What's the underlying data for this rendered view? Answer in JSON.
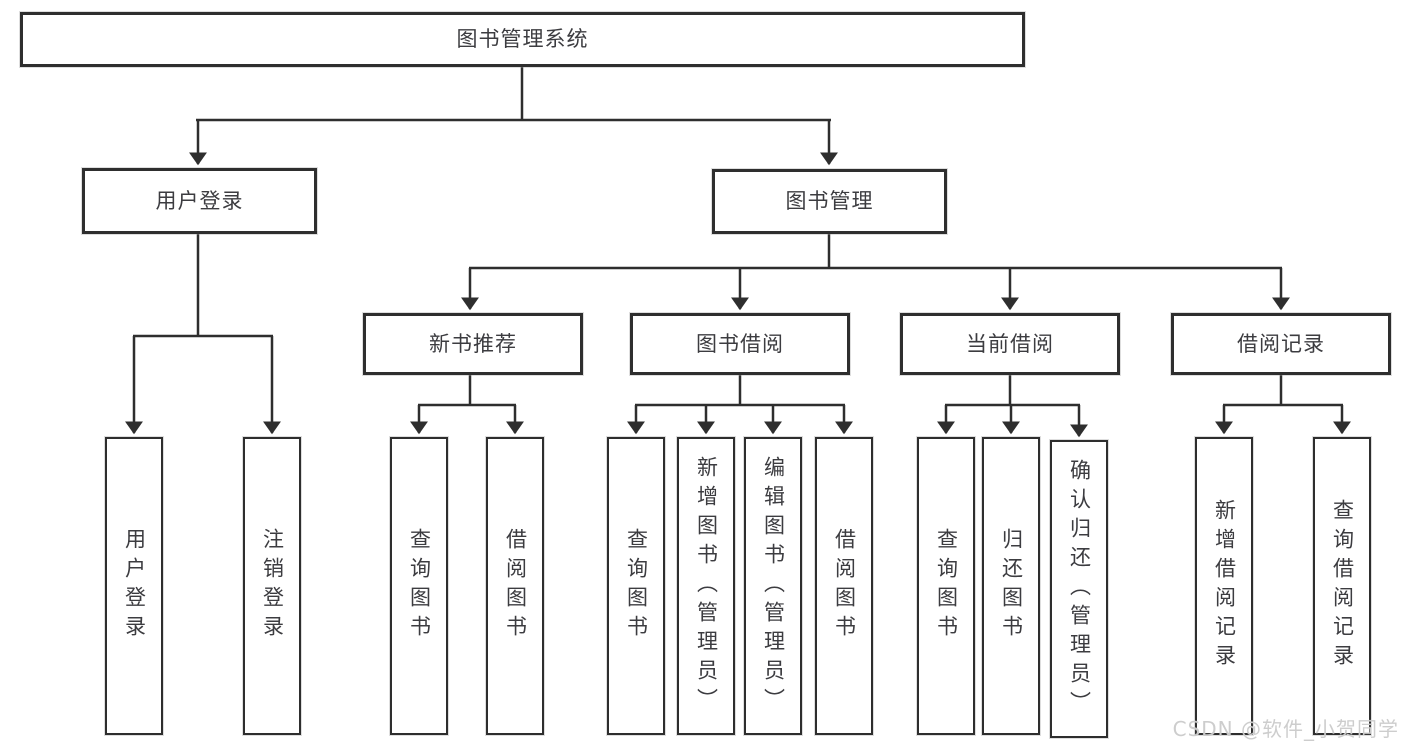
{
  "diagram_title": "图书管理系统",
  "tree": {
    "label": "图书管理系统",
    "children": [
      {
        "label": "用户登录",
        "children": [
          {
            "label": "用户登录"
          },
          {
            "label": "注销登录"
          }
        ]
      },
      {
        "label": "图书管理",
        "children": [
          {
            "label": "新书推荐",
            "children": [
              {
                "label": "查询图书"
              },
              {
                "label": "借阅图书"
              }
            ]
          },
          {
            "label": "图书借阅",
            "children": [
              {
                "label": "查询图书"
              },
              {
                "label": "新增图书（管理员）"
              },
              {
                "label": "编辑图书（管理员）"
              },
              {
                "label": "借阅图书"
              }
            ]
          },
          {
            "label": "当前借阅",
            "children": [
              {
                "label": "查询图书"
              },
              {
                "label": "归还图书"
              },
              {
                "label": "确认归还（管理员）"
              }
            ]
          },
          {
            "label": "借阅记录",
            "children": [
              {
                "label": "新增借阅记录"
              },
              {
                "label": "查询借阅记录"
              }
            ]
          }
        ]
      }
    ]
  },
  "watermark": {
    "text": "CSDN @软件_小贺同学"
  },
  "colors": {
    "line": "#2e2e2e",
    "border": "#2e2e2e",
    "text": "#3c3c40",
    "watermark": "#cacaca",
    "background": "#ffffff"
  }
}
